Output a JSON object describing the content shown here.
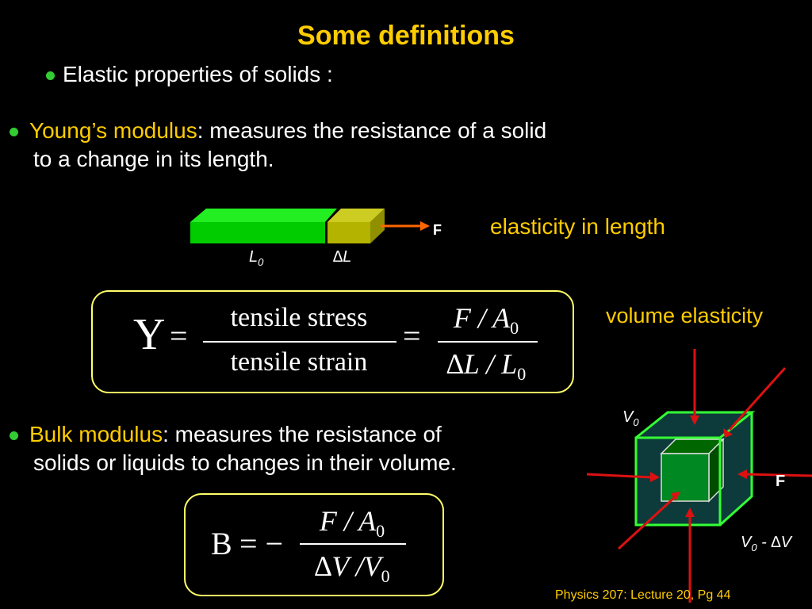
{
  "slide": {
    "title": "Some definitions",
    "subtitle_bullet": "Elastic properties of solids :",
    "footer": "Physics 207: Lecture 20, Pg 44"
  },
  "young": {
    "term": "Young’s modulus",
    "def_line1": ": measures the resistance of a solid",
    "def_line2": "to a change in its length.",
    "bar_label_L0": "L",
    "bar_label_L0_sub": "0",
    "bar_label_dL": "∆L",
    "force_label": "F",
    "caption": "elasticity in length"
  },
  "young_formula": {
    "lhs": "Y",
    "eq1": "=",
    "num1": "tensile stress",
    "den1": "tensile strain",
    "eq2": "=",
    "num2_main": "F / A",
    "num2_sub": "0",
    "den2_main": "∆L / L",
    "den2_sub": "0"
  },
  "bulk": {
    "term": "Bulk modulus",
    "def_line1": ": measures the resistance of",
    "def_line2": "solids or liquids to changes in their volume.",
    "caption": "volume elasticity",
    "label_V0": "V",
    "label_V0_sub": "0",
    "label_V0dV_main": "V",
    "label_V0dV_sub": "0",
    "label_V0dV_tail": " - ∆V",
    "force_label": "F"
  },
  "bulk_formula": {
    "lhs": "B",
    "eq": "= −",
    "num_main": "F / A",
    "num_sub": "0",
    "den_main": "∆V /V",
    "den_sub": "0"
  },
  "colors": {
    "title": "#ffcc00",
    "bullet": "#33cc33",
    "accent_text": "#ffcc00",
    "box_border": "#ffff66",
    "bar_green": "#00cc00",
    "bar_olive": "#b3b300",
    "arrow_orange": "#ff6600",
    "arrow_red": "#dd1111",
    "cube_edge": "#33ff33",
    "cube_fill": "#0d3b3b"
  }
}
